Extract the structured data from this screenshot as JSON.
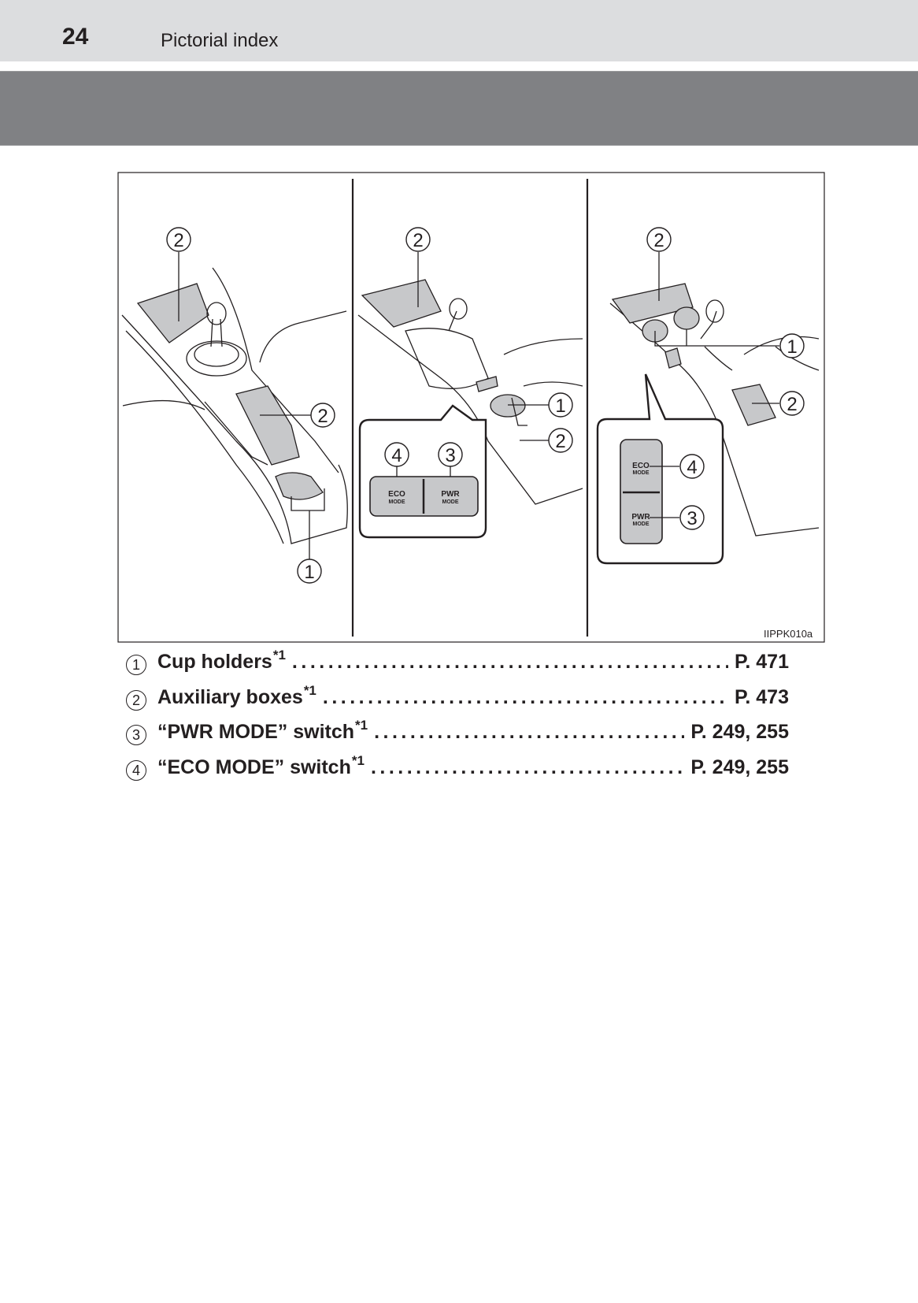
{
  "header": {
    "page_number": "24",
    "section_title": "Pictorial index"
  },
  "figure": {
    "code": "IIPPK010a",
    "callouts": {
      "one": "1",
      "two": "2",
      "three": "3",
      "four": "4"
    },
    "switch_labels": {
      "eco": "ECO",
      "pwr": "PWR",
      "mode": "MODE"
    }
  },
  "items": [
    {
      "number": "1",
      "label": "Cup holders",
      "note": "*1",
      "page": "P. 471"
    },
    {
      "number": "2",
      "label": "Auxiliary boxes",
      "note": "*1",
      "page": "P. 473"
    },
    {
      "number": "3",
      "label": "“PWR MODE” switch",
      "note": "*1",
      "page": "P. 249, 255"
    },
    {
      "number": "4",
      "label": "“ECO MODE” switch",
      "note": "*1",
      "page": "P. 249, 255"
    }
  ],
  "dot_leader": "................................................................"
}
